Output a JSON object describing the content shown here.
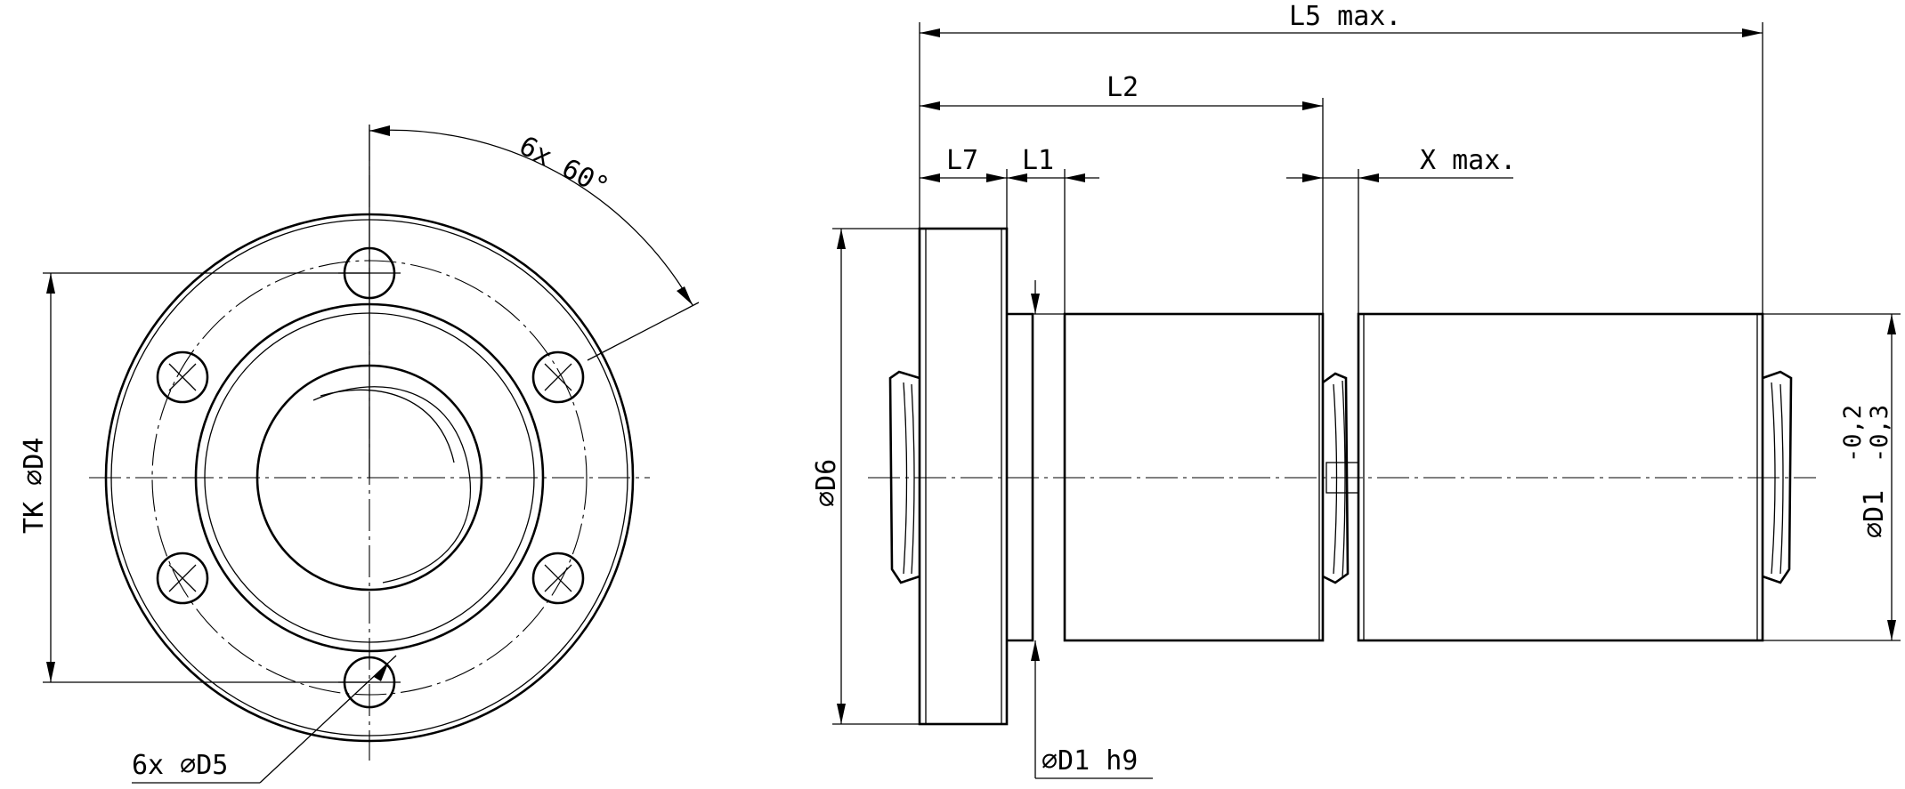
{
  "front_view": {
    "angle_label": "6x 60°",
    "pitch_diameter_label": "TK ⌀D4",
    "hole_label": "6x  ⌀D5"
  },
  "side_view": {
    "overall_length_label": "L5 max.",
    "length_l2_label": "L2",
    "length_l7_label": "L7",
    "length_l1_label": "L1",
    "x_max_label": "X max.",
    "flange_diameter_label": "⌀D6",
    "spigot_diameter_label": "⌀D1 h9",
    "body_diameter_label": "⌀D1",
    "tolerance_upper_label": "-0,2",
    "tolerance_lower_label": "-0,3"
  }
}
